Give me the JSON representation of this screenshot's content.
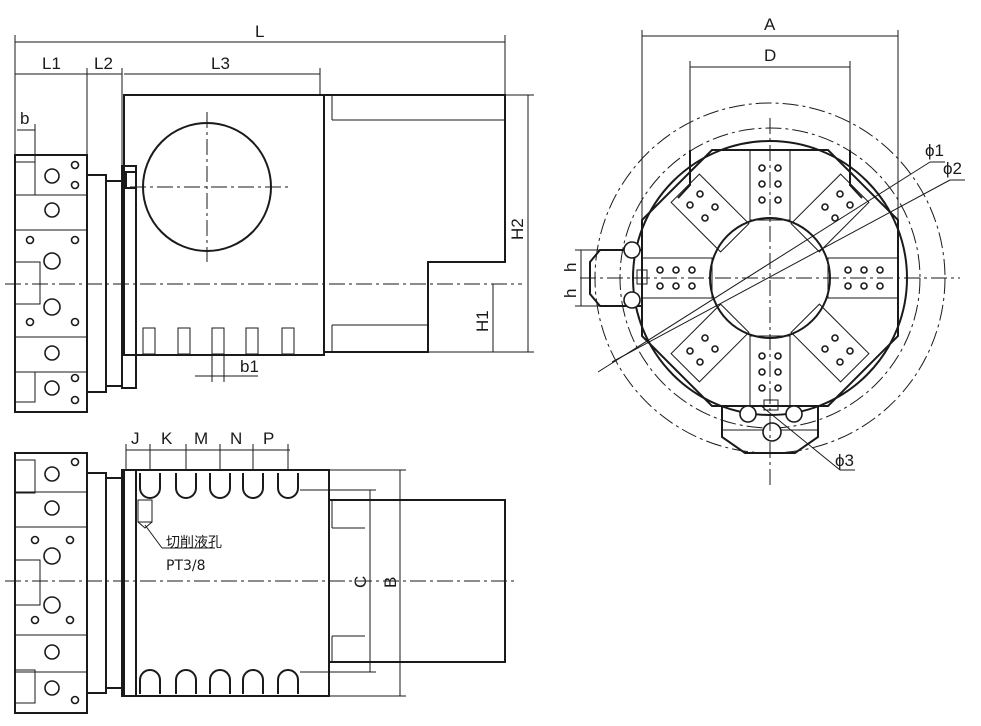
{
  "labels": {
    "L": "L",
    "L1": "L1",
    "L2": "L2",
    "L3": "L3",
    "b": "b",
    "b1": "b1",
    "H1": "H1",
    "H2": "H2",
    "J": "J",
    "K": "K",
    "M": "M",
    "N": "N",
    "P": "P",
    "C": "C",
    "B": "B",
    "A": "A",
    "D": "D",
    "h_upper": "h",
    "h_lower": "h",
    "phi1": "ϕ1",
    "phi2": "ϕ2",
    "phi3": "ϕ3",
    "coolant_note": "切削液孔",
    "thread_note": "PT3/8"
  }
}
